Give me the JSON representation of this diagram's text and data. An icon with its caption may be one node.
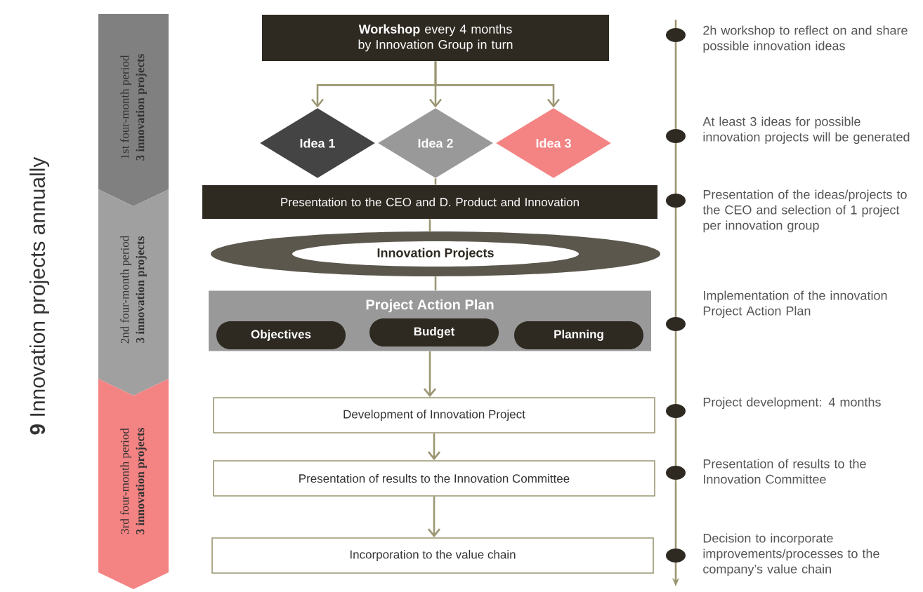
{
  "diagram": {
    "title": "**9** Innovation projects annually",
    "nodes": [
      {
        "text": [
          "**Workshop** every 4 months by Innovation Group in turn"
        ]
      },
      {
        "text": [
          "Idea 1"
        ]
      },
      {
        "text": [
          "Idea 2"
        ]
      },
      {
        "text": [
          "Idea 3"
        ]
      },
      {
        "text": [
          "Presentation to the CEO and D. Product and Innovation"
        ]
      },
      {
        "text": [
          "Innovation Projects"
        ]
      },
      {
        "text": [
          "Project Action Plan"
        ]
      },
      {
        "text": [
          "Objectives"
        ],
        "in": 6
      },
      {
        "text": [
          "Budget"
        ],
        "in": 6
      },
      {
        "text": [
          "Planning"
        ],
        "in": 6
      },
      {
        "text": [
          "Development of Innovation Project"
        ]
      },
      {
        "text": [
          "Presentation of results to the Innovation Committee"
        ]
      },
      {
        "text": [
          "Incorporation to the value chain"
        ]
      },
      {
        "text": [
          "1st four-month period",
          "3 innovation projects"
        ]
      },
      {
        "text": [
          "2nd four-month period",
          "3 innovation projects"
        ]
      },
      {
        "text": [
          "3rd four-month period",
          "3 innovation projects"
        ]
      }
    ],
    "edges": [
      {
        "from": 0,
        "to": 1,
        "arrow": "to"
      },
      {
        "from": 0,
        "to": 2,
        "arrow": "to"
      },
      {
        "from": 0,
        "to": 3,
        "arrow": "to"
      },
      {
        "from": 2,
        "to": 4,
        "arrow": "none"
      },
      {
        "from": 4,
        "to": 5,
        "arrow": "none"
      },
      {
        "from": 5,
        "to": 6,
        "arrow": "none"
      },
      {
        "from": 6,
        "to": 10,
        "arrow": "to"
      },
      {
        "from": 10,
        "to": 11,
        "arrow": "to"
      },
      {
        "from": 11,
        "to": 12,
        "arrow": "to"
      }
    ],
    "labels": [
      "2h workshop to reflect on and share possible innovation ideas",
      "At least 3 ideas for possible innovation projects will be generated",
      "Presentation of the ideas/projects to the CEO and selection of 1 project per innovation group",
      "Implementation of the innovation Project Action Plan",
      "Project development: 4 months",
      "Presentation of results to the Innovation Committee",
      "Decision to incorporate improvements/processes to the company’s value chain"
    ]
  }
}
